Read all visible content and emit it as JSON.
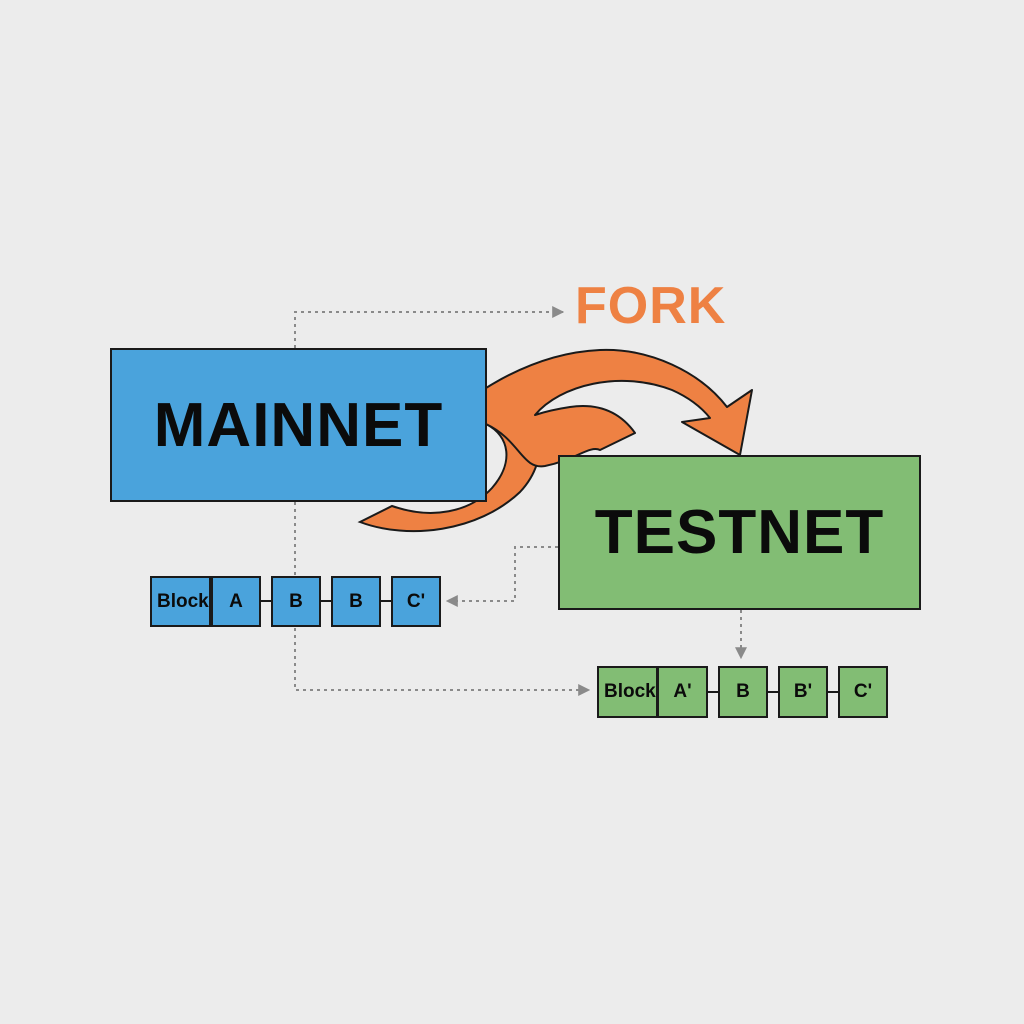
{
  "colors": {
    "mainnet": "#4aa3dc",
    "testnet": "#82bd74",
    "fork": "#ee8143",
    "connector": "#8a8a8a"
  },
  "fork": {
    "label": "FORK"
  },
  "mainnet": {
    "label": "MAINNET",
    "blocks": [
      "Block",
      "A",
      "B",
      "B",
      "C'"
    ]
  },
  "testnet": {
    "label": "TESTNET",
    "blocks": [
      "Block",
      "A'",
      "B",
      "B'",
      "C'"
    ]
  }
}
